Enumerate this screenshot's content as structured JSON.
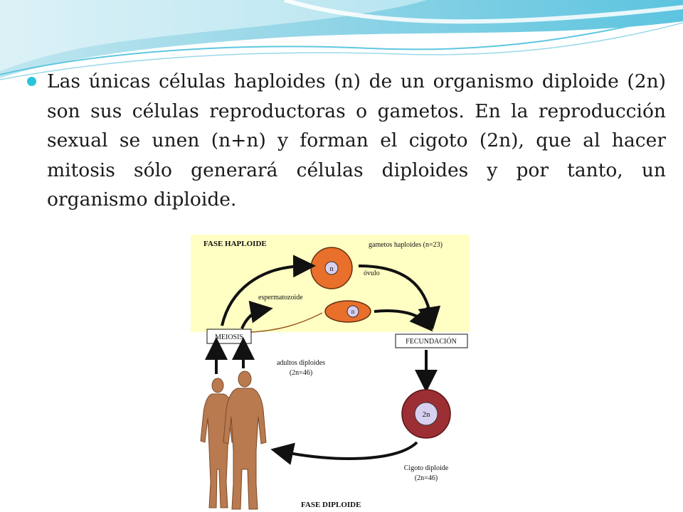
{
  "slide": {
    "bullet_text": "Las únicas células haploides (n) de un organismo diploide (2n) son sus células reproductoras o gametos. En la reproducción sexual se unen (n+n) y forman el cigoto (2n), que al hacer mitosis sólo generará células diploides y por tanto, un organismo diploide."
  },
  "diagram": {
    "phase_haploid": "FASE HAPLOIDE",
    "phase_diploid": "FASE DIPLOIDE",
    "gametes_label": "gametos haploides (n=23)",
    "ovum_label": "óvulo",
    "ovum_symbol": "n",
    "sperm_label": "espermatozoide",
    "sperm_symbol": "n",
    "meiosis_label": "MEIOSIS",
    "fecundation_label": "FECUNDACIÓN",
    "adults_label_line1": "adultos diploides",
    "adults_label_line2": "(2n=46)",
    "zygote_symbol": "2n",
    "zygote_label_line1": "Cigoto diploide",
    "zygote_label_line2": "(2n=46)"
  },
  "colors": {
    "accent": "#2bc3da",
    "haploid_bg": "#ffffc4",
    "gamete_orange": "#e8702a",
    "nucleus": "#d8d0f0",
    "zygote_red": "#9c2f33"
  },
  "icons": {
    "bullet": "bullet-dot-icon",
    "humans": "human-figures-icon"
  }
}
